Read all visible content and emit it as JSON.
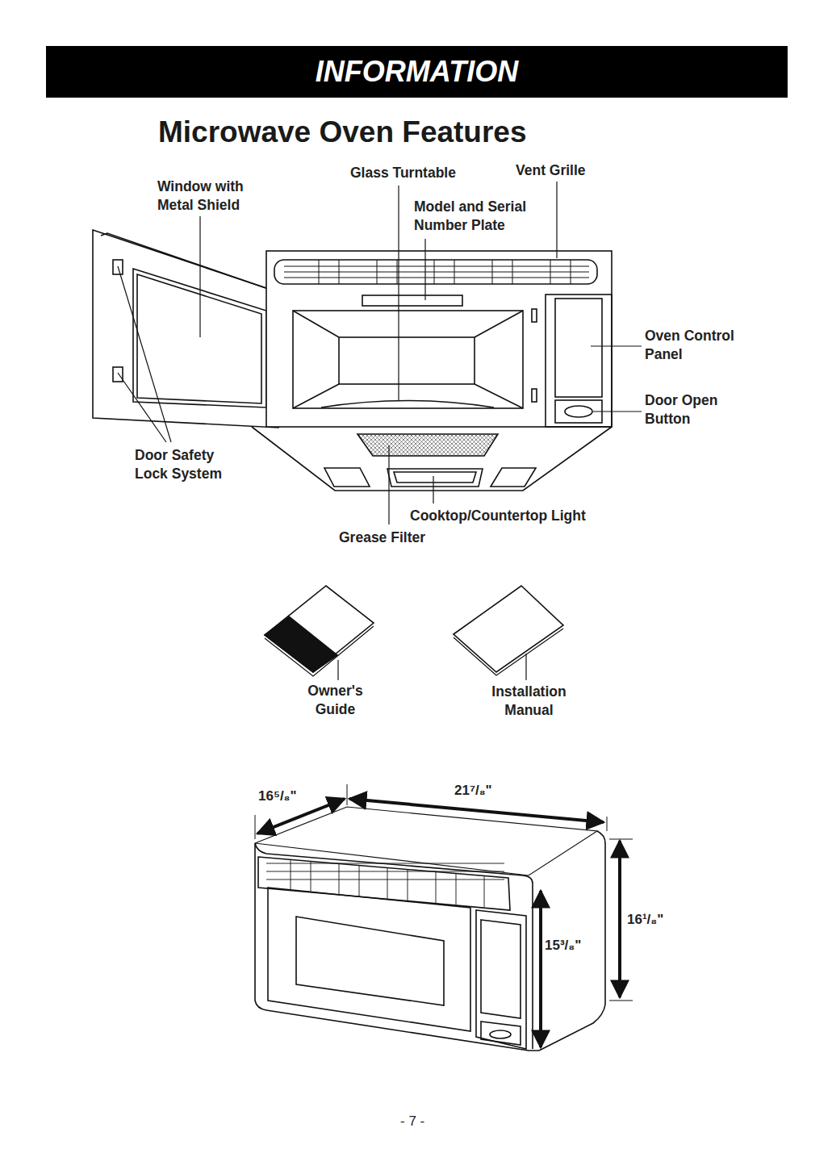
{
  "diagram": {
    "title": "Microwave Oven Features",
    "nodes": [
      {
        "text": [
          "INFORMATION"
        ]
      }
    ],
    "edges": [],
    "labels": [
      "Window with Metal Shield",
      "Glass Turntable",
      "Vent Grille",
      "Model and Serial Number Plate",
      "Oven Control Panel",
      "Door Open Button",
      "Door Safety Lock System",
      "Cooktop/Countertop Light",
      "Grease Filter",
      "Owner's Guide",
      "Installation Manual",
      "16⁵/₈\"",
      "21⁷/₈\"",
      "16¹/₈\"",
      "15³/₈\"",
      "- 7 -"
    ]
  }
}
